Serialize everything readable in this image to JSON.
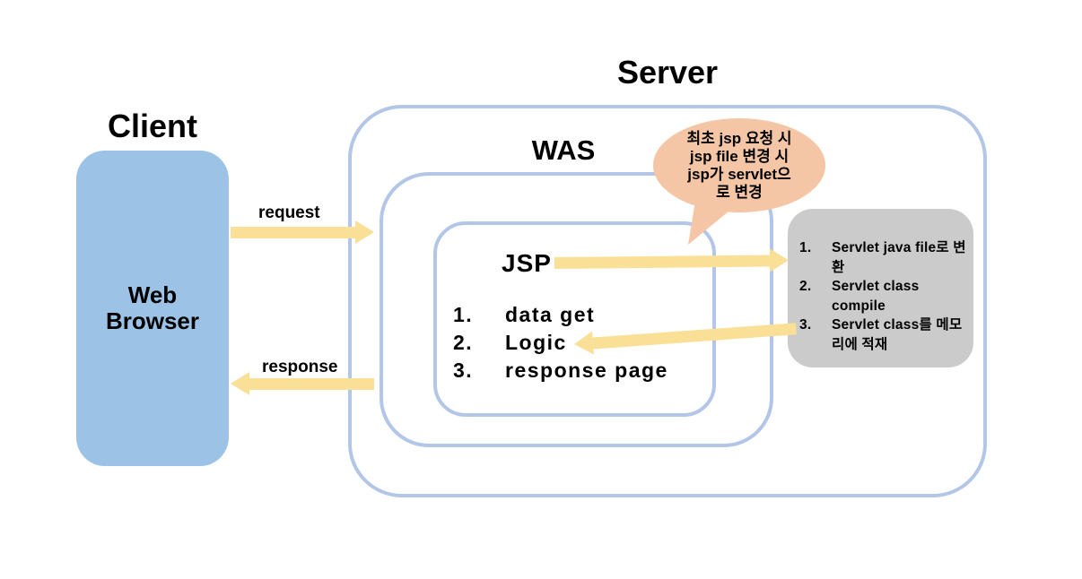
{
  "titles": {
    "server": "Server",
    "client": "Client"
  },
  "client": {
    "box_label": "Web Browser"
  },
  "arrows": {
    "request_label": "request",
    "response_label": "response"
  },
  "server": {
    "was_label": "WAS",
    "jsp": {
      "label": "JSP",
      "steps": [
        {
          "num": "1.",
          "text": "data get"
        },
        {
          "num": "2.",
          "text": "Logic"
        },
        {
          "num": "3.",
          "text": "response page"
        }
      ]
    },
    "servlet_process": {
      "steps": [
        {
          "num": "1.",
          "text": "Servlet java file로 변환"
        },
        {
          "num": "2.",
          "text": "Servlet class compile"
        },
        {
          "num": "3.",
          "text": "Servlet class를 메모리에 적재"
        }
      ]
    }
  },
  "callout": {
    "lines": [
      "최초 jsp 요청 시",
      "jsp file 변경 시",
      "jsp가 servlet으",
      "로 변경"
    ]
  },
  "colors": {
    "box_border": "#b3c6e7",
    "client_fill": "#9cc3e6",
    "arrow_fill": "#fadf96",
    "callout_fill": "#f5c6a5",
    "process_fill": "#cbcbcb",
    "text": "#000000"
  }
}
